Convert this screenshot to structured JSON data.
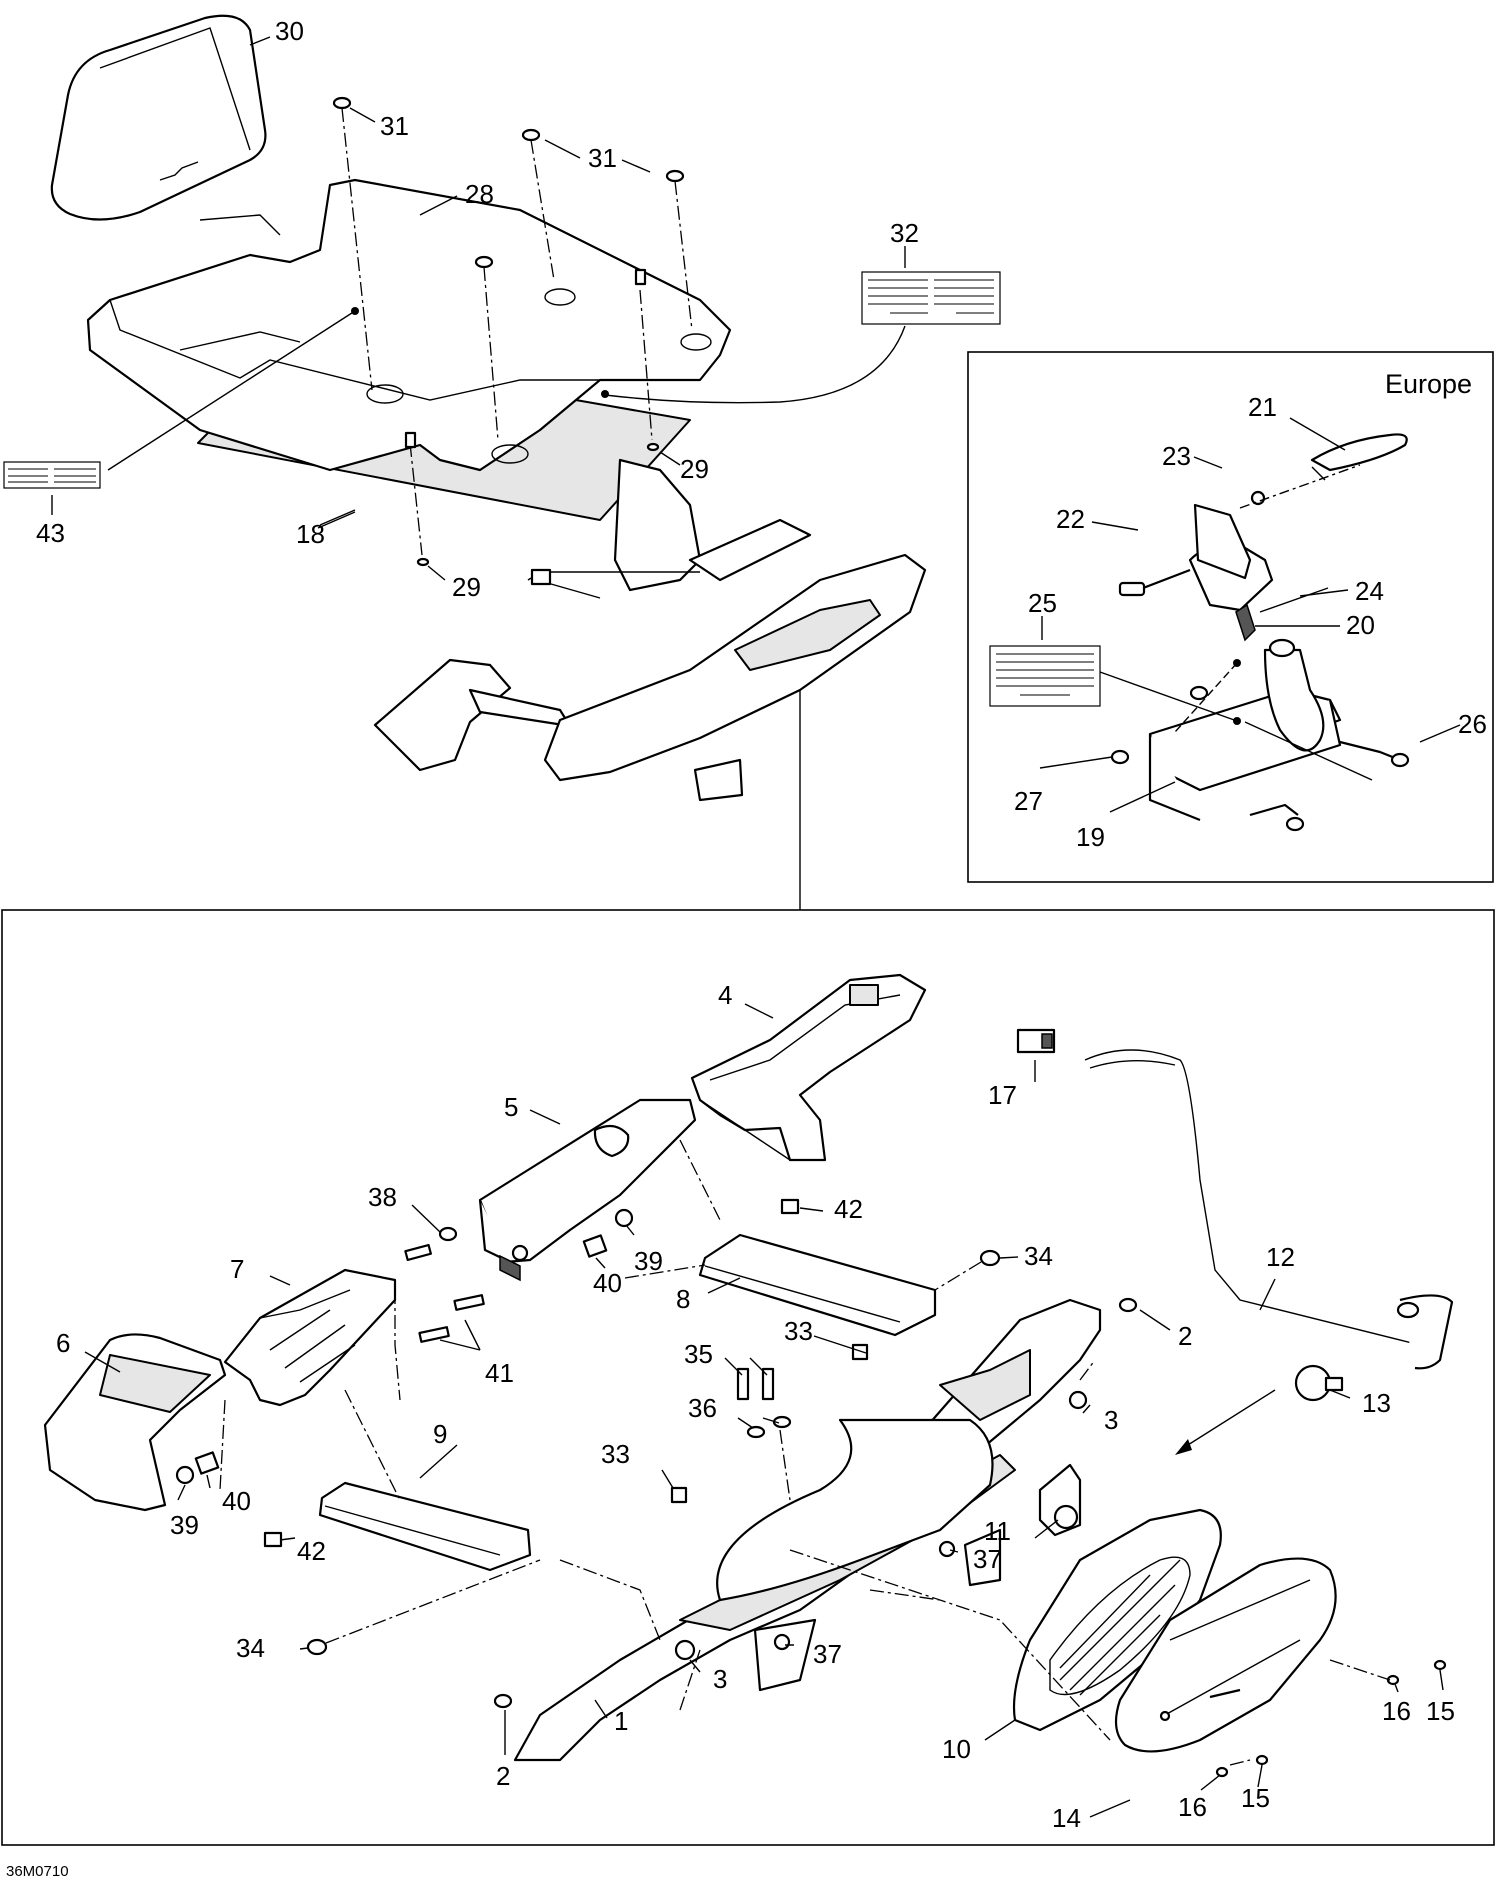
{
  "diagram": {
    "drawing_code": "36M0710",
    "region_titles": {
      "europe": "Europe"
    },
    "callouts": [
      {
        "id": "c30",
        "text": "30"
      },
      {
        "id": "c31a",
        "text": "31"
      },
      {
        "id": "c31b",
        "text": "31"
      },
      {
        "id": "c28",
        "text": "28"
      },
      {
        "id": "c32",
        "text": "32"
      },
      {
        "id": "c29a",
        "text": "29"
      },
      {
        "id": "c29b",
        "text": "29"
      },
      {
        "id": "c18",
        "text": "18"
      },
      {
        "id": "c43",
        "text": "43"
      },
      {
        "id": "c21",
        "text": "21"
      },
      {
        "id": "c23",
        "text": "23"
      },
      {
        "id": "c22",
        "text": "22"
      },
      {
        "id": "c24",
        "text": "24"
      },
      {
        "id": "c20",
        "text": "20"
      },
      {
        "id": "c25",
        "text": "25"
      },
      {
        "id": "c26",
        "text": "26"
      },
      {
        "id": "c27",
        "text": "27"
      },
      {
        "id": "c19",
        "text": "19"
      },
      {
        "id": "c4",
        "text": "4"
      },
      {
        "id": "c5",
        "text": "5"
      },
      {
        "id": "c17",
        "text": "17"
      },
      {
        "id": "c38",
        "text": "38"
      },
      {
        "id": "c42a",
        "text": "42"
      },
      {
        "id": "c7",
        "text": "7"
      },
      {
        "id": "c40a",
        "text": "40"
      },
      {
        "id": "c39a",
        "text": "39"
      },
      {
        "id": "c34a",
        "text": "34"
      },
      {
        "id": "c12",
        "text": "12"
      },
      {
        "id": "c8",
        "text": "8"
      },
      {
        "id": "c6",
        "text": "6"
      },
      {
        "id": "c41",
        "text": "41"
      },
      {
        "id": "c33a",
        "text": "33"
      },
      {
        "id": "c35",
        "text": "35"
      },
      {
        "id": "c2a",
        "text": "2"
      },
      {
        "id": "c36",
        "text": "36"
      },
      {
        "id": "c13",
        "text": "13"
      },
      {
        "id": "c3a",
        "text": "3"
      },
      {
        "id": "c9",
        "text": "9"
      },
      {
        "id": "c33b",
        "text": "33"
      },
      {
        "id": "c39b",
        "text": "39"
      },
      {
        "id": "c40b",
        "text": "40"
      },
      {
        "id": "c11",
        "text": "11"
      },
      {
        "id": "c42b",
        "text": "42"
      },
      {
        "id": "c37a",
        "text": "37"
      },
      {
        "id": "c34b",
        "text": "34"
      },
      {
        "id": "c37b",
        "text": "37"
      },
      {
        "id": "c3b",
        "text": "3"
      },
      {
        "id": "c10",
        "text": "10"
      },
      {
        "id": "c16a",
        "text": "16"
      },
      {
        "id": "c1",
        "text": "1"
      },
      {
        "id": "c15a",
        "text": "15"
      },
      {
        "id": "c2b",
        "text": "2"
      },
      {
        "id": "c14",
        "text": "14"
      },
      {
        "id": "c16b",
        "text": "16"
      },
      {
        "id": "c15b",
        "text": "15"
      }
    ]
  }
}
